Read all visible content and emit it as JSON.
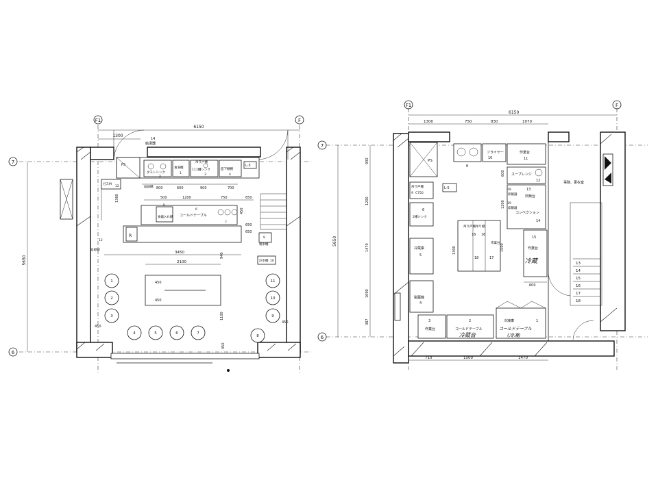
{
  "left_plan": {
    "grid_top_left": "F1",
    "grid_top_right": "F",
    "grid_left_top": "7",
    "grid_left_bottom": "6",
    "dim_total_width": "6150",
    "dim_depth": "5650",
    "dim_1300": "1300",
    "label_14": "14",
    "label_kyuto": "給湯器",
    "ps": "PS",
    "dust_sink": "ダストシンク",
    "dust_sink_no": "2",
    "shokusen": "食洗機",
    "shokusen_no": "1",
    "tsuri_top": "吊り戸棚",
    "ichiso_sink": "1槽シンク",
    "ichiso_no": "3",
    "sara_tsuri": "皿下棚棚",
    "sara_no": "4",
    "l5": "L-5",
    "n11": "11",
    "gasu_m": "ガスM",
    "n12a": "12",
    "henkyaku": "返却棚",
    "d800": "800",
    "d600": "600",
    "d900": "900",
    "d700": "700",
    "d1360": "1360",
    "d500": "500",
    "d1200": "1200",
    "d750": "750",
    "d650": "650",
    "n5": "5",
    "n6": "6",
    "n7": "7",
    "shokki": "食器入れ棚",
    "cold_table": "コールドテーブル",
    "d450a": "450",
    "d650b": "650",
    "d650c": "650",
    "n9": "9",
    "seihyo": "製氷機",
    "n12b": "12",
    "henkyaku2": "返却棚",
    "d3450": "3450",
    "d2100": "2100",
    "d940": "940",
    "reisui": "冷水機",
    "reisui_no": "10",
    "d450b": "450",
    "d450c": "450",
    "d1100": "1100",
    "d450d": "450",
    "d450e": "450",
    "d450f": "450",
    "seats_left": [
      "1",
      "2",
      "3"
    ],
    "seats_bottom": [
      "4",
      "5",
      "6",
      "7"
    ],
    "seats_right": [
      "11",
      "10",
      "9",
      "8"
    ]
  },
  "right_plan": {
    "grid_top_left": "F1",
    "grid_top_right": "F",
    "grid_left_top": "7",
    "grid_left_bottom": "6",
    "dim_total_width": "6150",
    "dim_depth": "5650",
    "d1300": "1300",
    "d750": "750",
    "d830": "830",
    "d1070": "1070",
    "d930": "930",
    "d1200a": "1200",
    "d1470": "1470",
    "d1090": "1090",
    "d387": "387",
    "d710": "710",
    "d1500": "1500",
    "d1470b": "1470",
    "d600a": "600",
    "d1200b": "1200",
    "d1300b": "1300",
    "d1500b": "1500",
    "d600b": "600",
    "ps": "PS",
    "n8": "8",
    "fryer": "フライヤー",
    "fryer_no": "10",
    "sagyo11": "作業台",
    "sagyo11_no": "11",
    "soup_range": "スープレンジ",
    "soup_no": "12",
    "d600c": "600",
    "tsuri9": "吊り戸棚",
    "c750": "C750",
    "n9": "9",
    "l5": "L-5",
    "n6": "6",
    "niso_sink": "2槽シンク",
    "suihanki": "炊飯器",
    "n19a": "19",
    "n13": "13",
    "suihandai": "炊飯台",
    "n19b": "19",
    "suihanki2": "炊飯器",
    "convection": "コンベクション",
    "n14": "14",
    "tsuri16": "吊り戸棚吊り棚",
    "n16a": "16",
    "n16b": "16",
    "sagyodai_c": "作業台",
    "n15": "15",
    "reizoko": "冷蔵庫",
    "reizoko_no": "5",
    "n18": "18",
    "n17": "17",
    "sagyo_r": "作業台",
    "hand_note": "冷蔵",
    "seimen": "製麺機",
    "seimen_no": "4",
    "n3": "3",
    "sagyo3": "作業台",
    "n2": "2",
    "cold_table2": "コールドテーブル",
    "hand_cold": "冷蔵台",
    "reitoko": "冷凍庫",
    "n1": "1",
    "hand_cold2": "コールドテーブル",
    "hand_reitou": "(冷凍)",
    "jimu": "事務、更衣室",
    "stairs": [
      "13",
      "14",
      "15",
      "16",
      "17",
      "18"
    ]
  }
}
